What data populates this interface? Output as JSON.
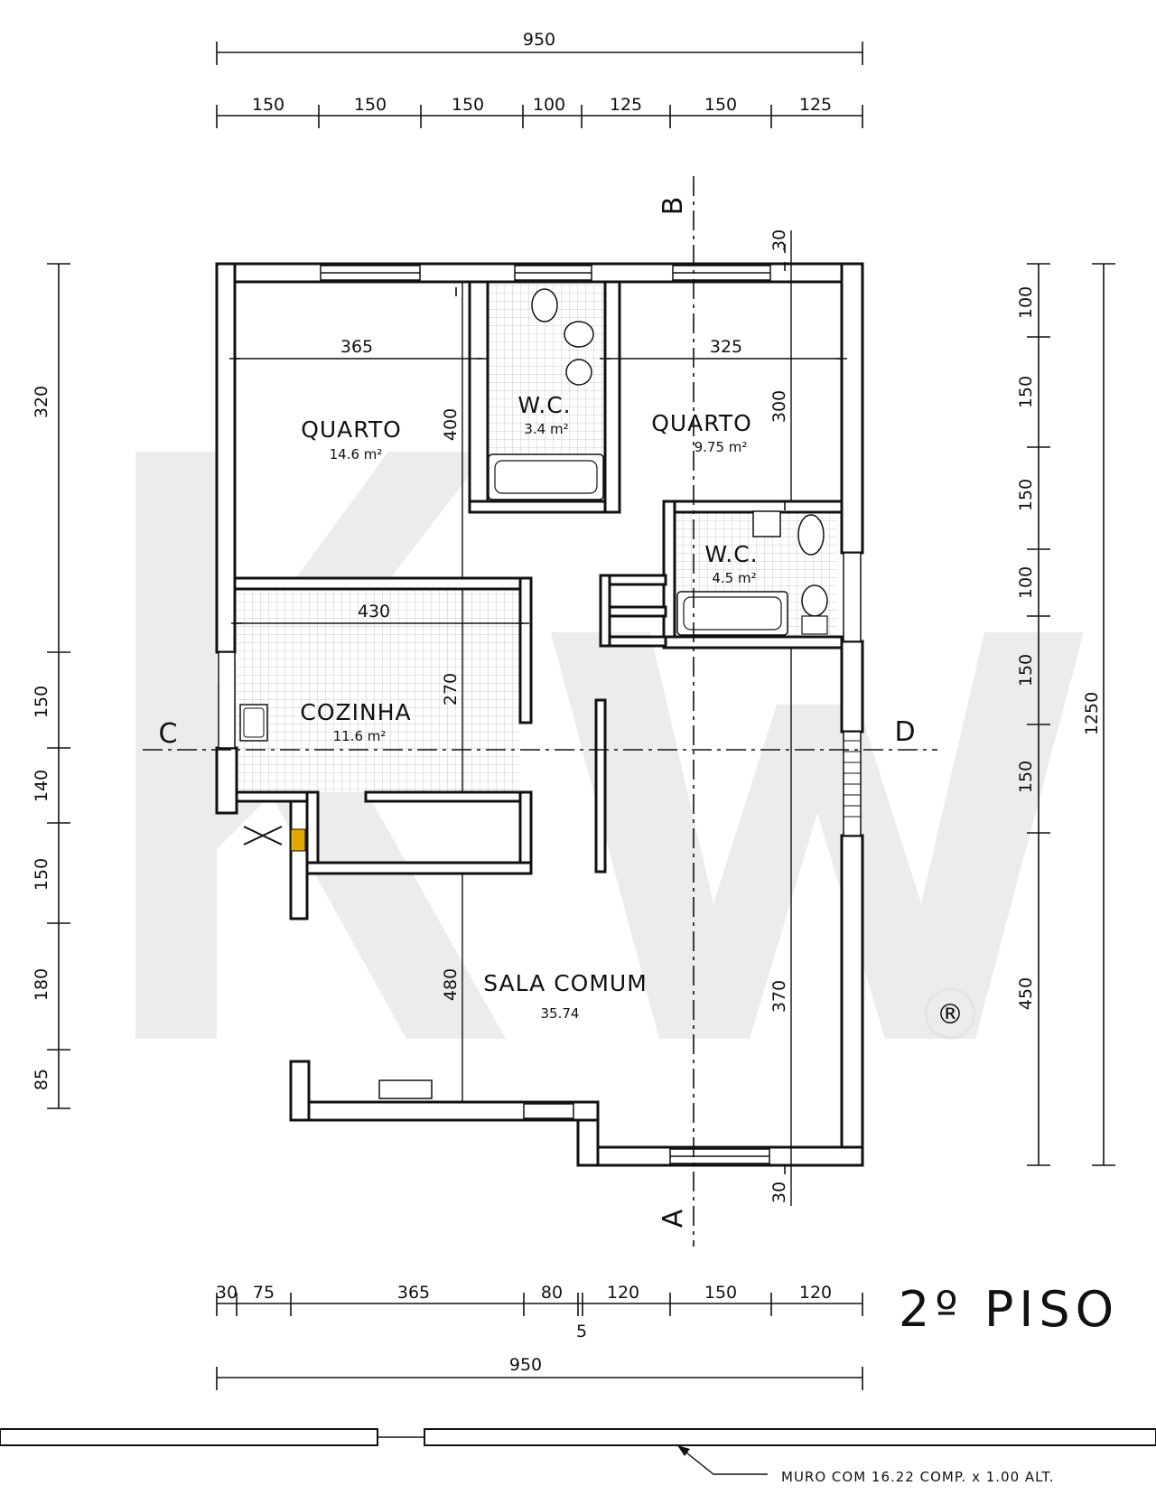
{
  "top_dims": {
    "total": "950",
    "segments": [
      "150",
      "150",
      "150",
      "100",
      "125",
      "150",
      "125"
    ]
  },
  "bottom_dims": {
    "total": "950",
    "segments": [
      "30",
      "75",
      "365",
      "80",
      "120",
      "150",
      "120"
    ],
    "small_five": "5"
  },
  "left_dims": [
    "320",
    "150",
    "140",
    "150",
    "180",
    "85"
  ],
  "right_dims": {
    "segments": [
      "100",
      "150",
      "150",
      "100",
      "150",
      "150",
      "450"
    ],
    "total": "1250"
  },
  "interior_dims": {
    "quarto1_width": "365",
    "quarto2_width": "325",
    "cozinha_width": "430",
    "quarto1_height": "400",
    "quarto2_height": "300",
    "cozinha_height": "270",
    "sala_left": "480",
    "sala_right": "370",
    "wall_top": "30",
    "wall_bottom": "30"
  },
  "rooms": {
    "quarto1": {
      "name": "QUARTO",
      "area": "14.6  m²"
    },
    "wc1": {
      "name": "W.C.",
      "area": "3.4 m²"
    },
    "quarto2": {
      "name": "QUARTO",
      "area": "9.75 m²"
    },
    "wc2": {
      "name": "W.C.",
      "area": "4.5 m²"
    },
    "cozinha": {
      "name": "COZINHA",
      "area": "11.6  m²"
    },
    "sala": {
      "name": "SALA  COMUM",
      "area": "35.74"
    }
  },
  "section_marks": {
    "a": "A",
    "b": "B",
    "c": "C",
    "d": "D"
  },
  "floor_title": "2º PISO",
  "wall_note": "MURO  COM  16.22  COMP.  x  1.00  ALT.",
  "watermark": {
    "text": "KW",
    "registered": "®",
    "color": "#ececec"
  }
}
